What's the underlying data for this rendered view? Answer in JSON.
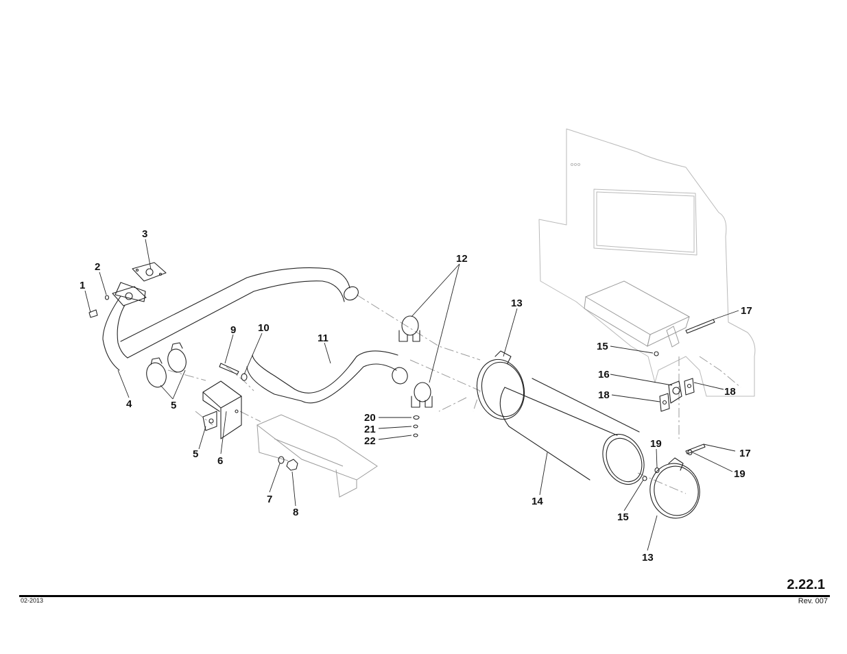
{
  "callouts": {
    "c1": "1",
    "c2": "2",
    "c3": "3",
    "c4": "4",
    "c5a": "5",
    "c5b": "5",
    "c6": "6",
    "c7": "7",
    "c8": "8",
    "c9": "9",
    "c10": "10",
    "c11": "11",
    "c12": "12",
    "c13a": "13",
    "c13b": "13",
    "c14": "14",
    "c15a": "15",
    "c15b": "15",
    "c16": "16",
    "c17a": "17",
    "c17b": "17",
    "c18a": "18",
    "c18b": "18",
    "c19a": "19",
    "c19b": "19",
    "c20": "20",
    "c21": "21",
    "c22": "22"
  },
  "footer": {
    "page_number": "2.22.1",
    "date": "02-2013",
    "revision": "Rev. 007"
  }
}
